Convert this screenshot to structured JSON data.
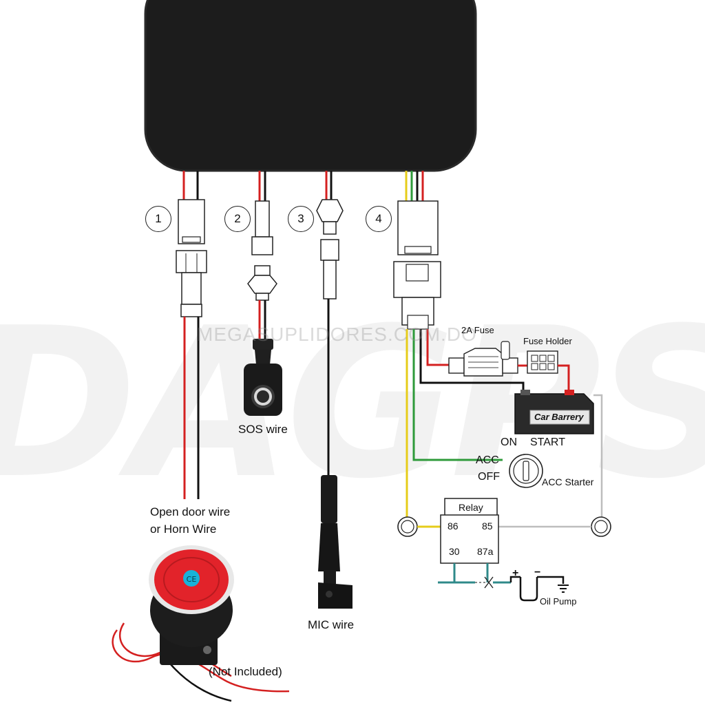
{
  "watermark": {
    "brand_letters": "DAGPS",
    "site_text": "MEGASUPLIDORES.COM.DO"
  },
  "connectors": [
    {
      "number": "1"
    },
    {
      "number": "2"
    },
    {
      "number": "3"
    },
    {
      "number": "4"
    }
  ],
  "labels": {
    "sos_wire": "SOS wire",
    "open_door_line1": "Open door wire",
    "open_door_line2": "or Horn Wire",
    "mic_wire": "MIC wire",
    "not_included": "(Not Included)",
    "fuse": "2A Fuse",
    "fuse_holder": "Fuse Holder",
    "car_battery": "Car Barrery",
    "on": "ON",
    "start": "START",
    "acc": "ACC",
    "off": "OFF",
    "acc_starter": "ACC Starter",
    "relay": "Relay",
    "oil_pump": "Oil Pump",
    "plus": "+",
    "minus": "−"
  },
  "relay_pins": [
    "86",
    "85",
    "30",
    "87a"
  ],
  "colors": {
    "device": "#1c1c1c",
    "wire_red": "#d42020",
    "wire_black": "#111111",
    "wire_yellow": "#e6cc1a",
    "wire_green": "#2e9a3a",
    "wire_gray": "#9a9a9a",
    "wire_teal": "#2f8a8a",
    "siren_red": "#e2232a",
    "ce_badge": "#19b3d9"
  }
}
